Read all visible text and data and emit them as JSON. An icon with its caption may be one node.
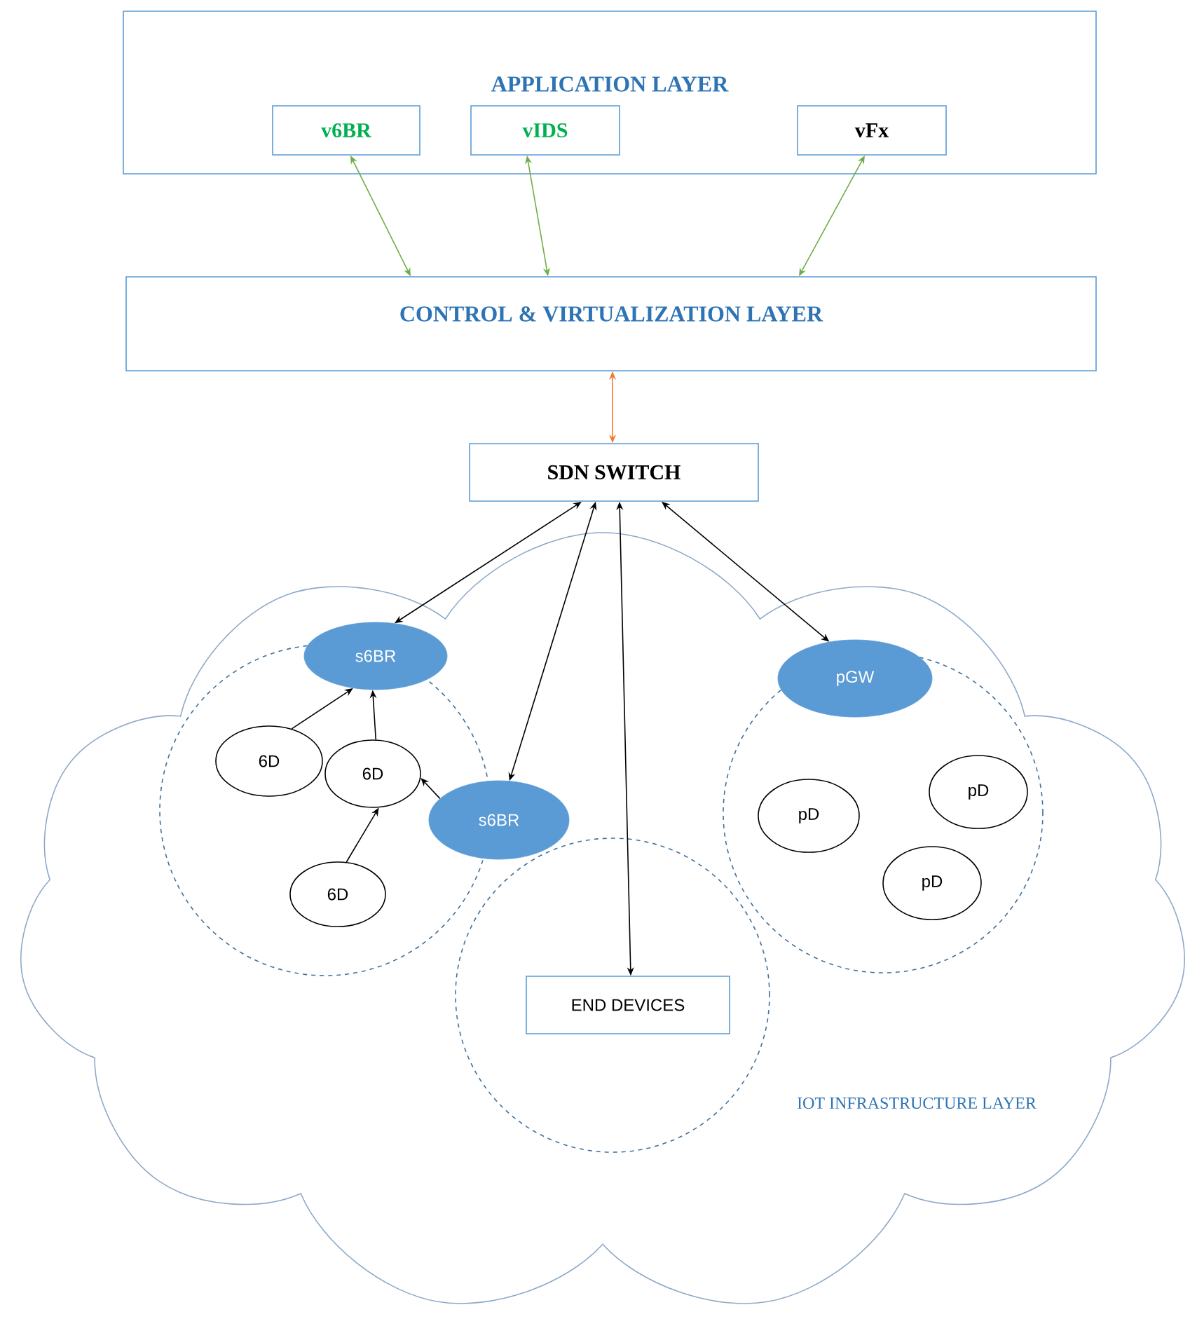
{
  "diagram": {
    "nodes": [
      {
        "text": [
          "APPLICATION LAYER"
        ]
      },
      {
        "text": [
          "v6BR"
        ],
        "in": 0
      },
      {
        "text": [
          "vIDS"
        ],
        "in": 0
      },
      {
        "text": [
          "vFx"
        ],
        "in": 0
      },
      {
        "text": [
          "CONTROL & VIRTUALIZATION LAYER"
        ]
      },
      {
        "text": [
          "SDN SWITCH"
        ]
      },
      {
        "text": [
          "IOT INFRASTRUCTURE LAYER"
        ]
      },
      {
        "text": [
          "s6BR"
        ],
        "in": 6
      },
      {
        "text": [
          "6D"
        ],
        "in": 6
      },
      {
        "text": [
          "6D"
        ],
        "in": 6
      },
      {
        "text": [
          "s6BR"
        ],
        "in": 6
      },
      {
        "text": [
          "6D"
        ],
        "in": 6
      },
      {
        "text": [
          "pGW"
        ],
        "in": 6
      },
      {
        "text": [
          "pD"
        ],
        "in": 6
      },
      {
        "text": [
          "pD"
        ],
        "in": 6
      },
      {
        "text": [
          "pD"
        ],
        "in": 6
      },
      {
        "text": [
          "END DEVICES"
        ],
        "in": 6
      }
    ],
    "edges": [
      {
        "from": 1,
        "to": 4,
        "arrow": "both",
        "color": "#70ad47"
      },
      {
        "from": 2,
        "to": 4,
        "arrow": "both",
        "color": "#70ad47"
      },
      {
        "from": 3,
        "to": 4,
        "arrow": "both",
        "color": "#70ad47"
      },
      {
        "from": 4,
        "to": 5,
        "arrow": "both",
        "color": "#ed7d31"
      },
      {
        "from": 5,
        "to": 7,
        "arrow": "both"
      },
      {
        "from": 5,
        "to": 10,
        "arrow": "both"
      },
      {
        "from": 5,
        "to": 16,
        "arrow": "both"
      },
      {
        "from": 5,
        "to": 12,
        "arrow": "both"
      },
      {
        "from": 8,
        "to": 7,
        "arrow": "to"
      },
      {
        "from": 9,
        "to": 7,
        "arrow": "to"
      },
      {
        "from": 10,
        "to": 9,
        "arrow": "to"
      },
      {
        "from": 11,
        "to": 9,
        "arrow": "to"
      }
    ]
  }
}
